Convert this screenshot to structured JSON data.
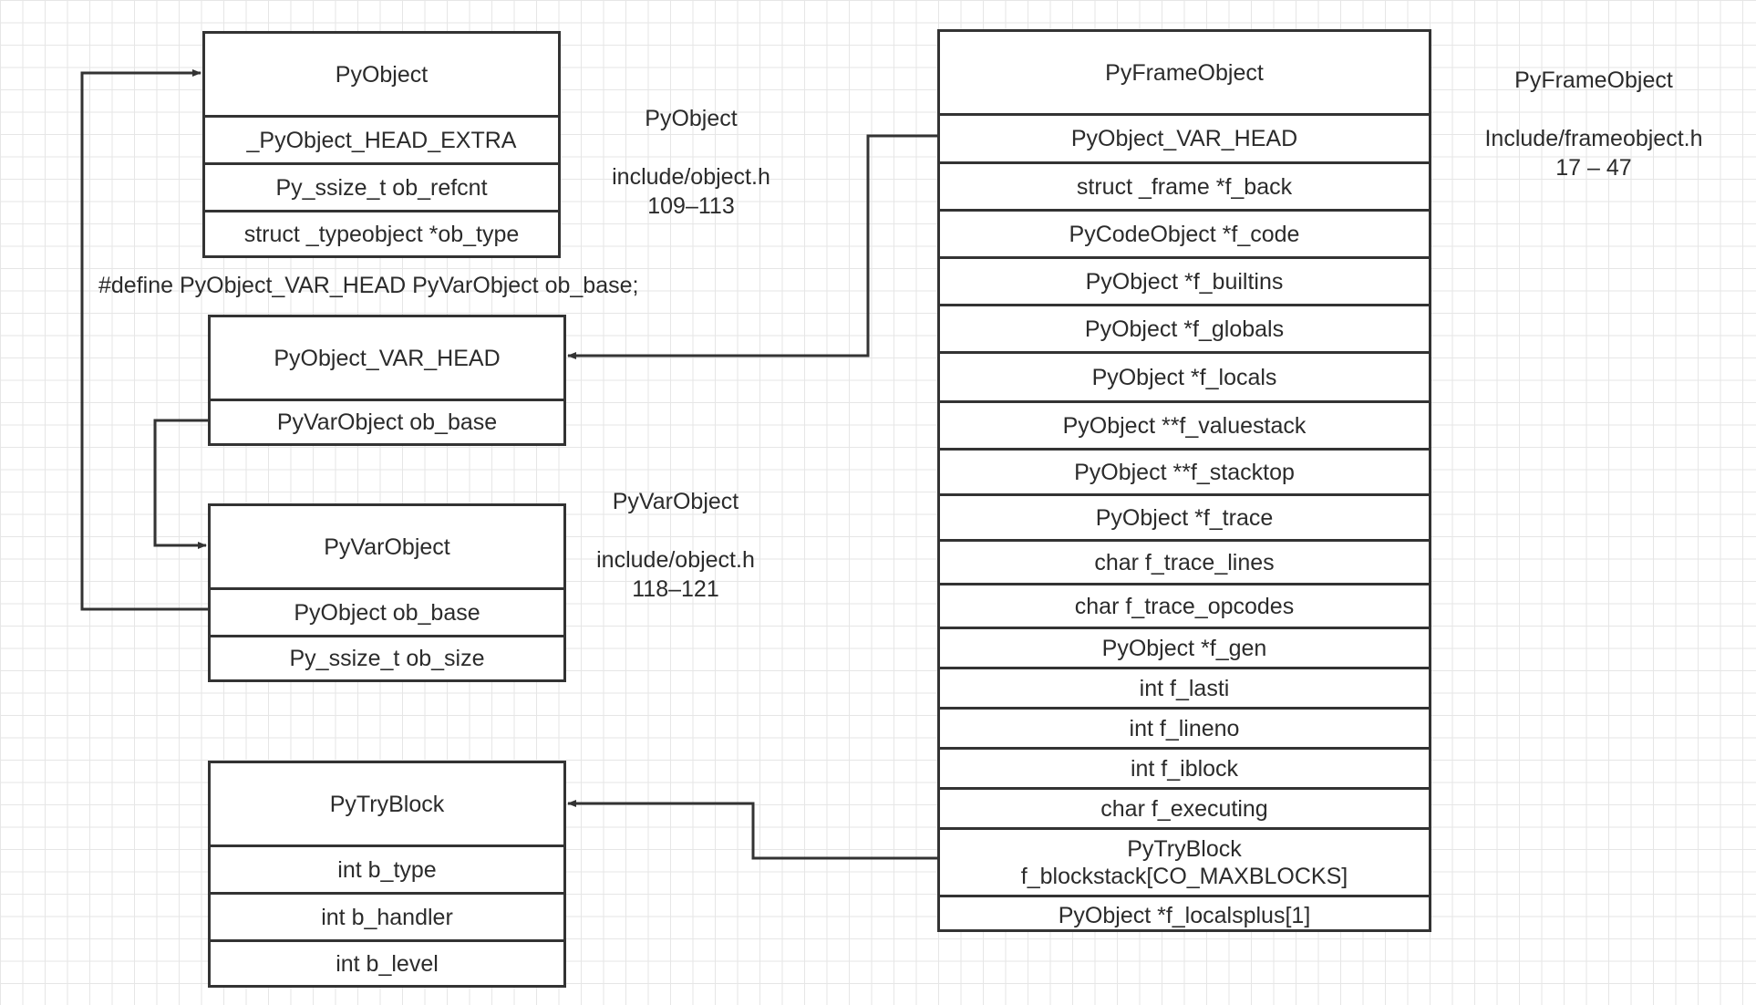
{
  "diagram": {
    "pyobject": {
      "title": "PyObject",
      "fields": [
        "_PyObject_HEAD_EXTRA",
        "Py_ssize_t ob_refcnt",
        "struct _typeobject *ob_type"
      ],
      "note_name": "PyObject",
      "note_file": "include/object.h",
      "note_lines": "109–113"
    },
    "define_macro": "#define PyObject_VAR_HEAD PyVarObject ob_base;",
    "var_head": {
      "title": "PyObject_VAR_HEAD",
      "fields": [
        "PyVarObject ob_base"
      ]
    },
    "pyvarobject": {
      "title": "PyVarObject",
      "fields": [
        "PyObject ob_base",
        "Py_ssize_t ob_size"
      ],
      "note_name": "PyVarObject",
      "note_file": "include/object.h",
      "note_lines": "118–121"
    },
    "trytblock": {
      "title": "PyTryBlock",
      "fields": [
        "int b_type",
        "int b_handler",
        "int b_level"
      ]
    },
    "frame": {
      "title": "PyFrameObject",
      "fields": [
        "PyObject_VAR_HEAD",
        "struct _frame *f_back",
        "PyCodeObject *f_code",
        "PyObject *f_builtins",
        "PyObject *f_globals",
        "PyObject *f_locals",
        "PyObject **f_valuestack",
        "PyObject **f_stacktop",
        "PyObject *f_trace",
        "char f_trace_lines",
        "char f_trace_opcodes",
        "PyObject *f_gen",
        "int f_lasti",
        "int f_lineno",
        "int f_iblock",
        "char f_executing",
        "PyTryBlock\nf_blockstack[CO_MAXBLOCKS]",
        "PyObject *f_localsplus[1]"
      ],
      "note_name": "PyFrameObject",
      "note_file": "Include/frameobject.h",
      "note_lines": "17 – 47"
    }
  }
}
